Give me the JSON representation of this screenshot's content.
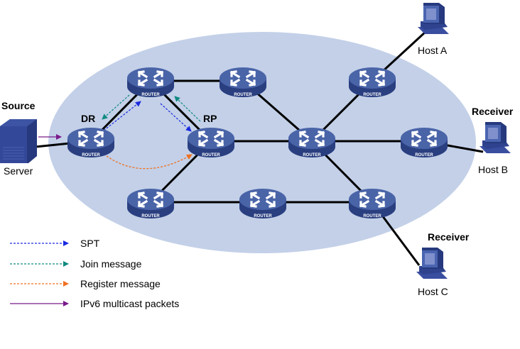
{
  "diagram": {
    "title": "IPv6 PIM-SM network",
    "colors": {
      "domain_fill": "#c3d0e8",
      "router_top": "#4a64a8",
      "router_side": "#2a3f80",
      "link": "#000000",
      "spt": "#1a2ae0",
      "join": "#108a80",
      "register": "#f07020",
      "multicast": "#7a1a8a"
    },
    "router_label": "ROUTER",
    "nodes": [
      {
        "id": "dr",
        "label": "DR"
      },
      {
        "id": "r2",
        "label": ""
      },
      {
        "id": "r3",
        "label": ""
      },
      {
        "id": "rp",
        "label": "RP"
      },
      {
        "id": "r5",
        "label": ""
      },
      {
        "id": "r6",
        "label": ""
      },
      {
        "id": "r7",
        "label": ""
      },
      {
        "id": "r8",
        "label": ""
      },
      {
        "id": "r9",
        "label": ""
      },
      {
        "id": "r10",
        "label": ""
      }
    ],
    "links": [
      [
        "server",
        "dr"
      ],
      [
        "dr",
        "r2"
      ],
      [
        "r2",
        "r3"
      ],
      [
        "r2",
        "rp"
      ],
      [
        "r3",
        "r5"
      ],
      [
        "rp",
        "r5"
      ],
      [
        "rp",
        "r8"
      ],
      [
        "r8",
        "r9"
      ],
      [
        "r9",
        "r10"
      ],
      [
        "r5",
        "r6"
      ],
      [
        "r5",
        "r7"
      ],
      [
        "r5",
        "r10"
      ],
      [
        "r6",
        "hostA"
      ],
      [
        "r7",
        "hostB"
      ],
      [
        "r10",
        "hostC"
      ]
    ],
    "source": {
      "role": "Source",
      "name": "Server"
    },
    "hosts": [
      {
        "id": "hostA",
        "role": "",
        "name": "Host A"
      },
      {
        "id": "hostB",
        "role": "Receiver",
        "name": "Host B"
      },
      {
        "id": "hostC",
        "role": "Receiver",
        "name": "Host C"
      }
    ],
    "legend": [
      {
        "type": "spt",
        "label": "SPT"
      },
      {
        "type": "join",
        "label": "Join message"
      },
      {
        "type": "register",
        "label": "Register message"
      },
      {
        "type": "multicast",
        "label": "IPv6 multicast packets"
      }
    ]
  }
}
